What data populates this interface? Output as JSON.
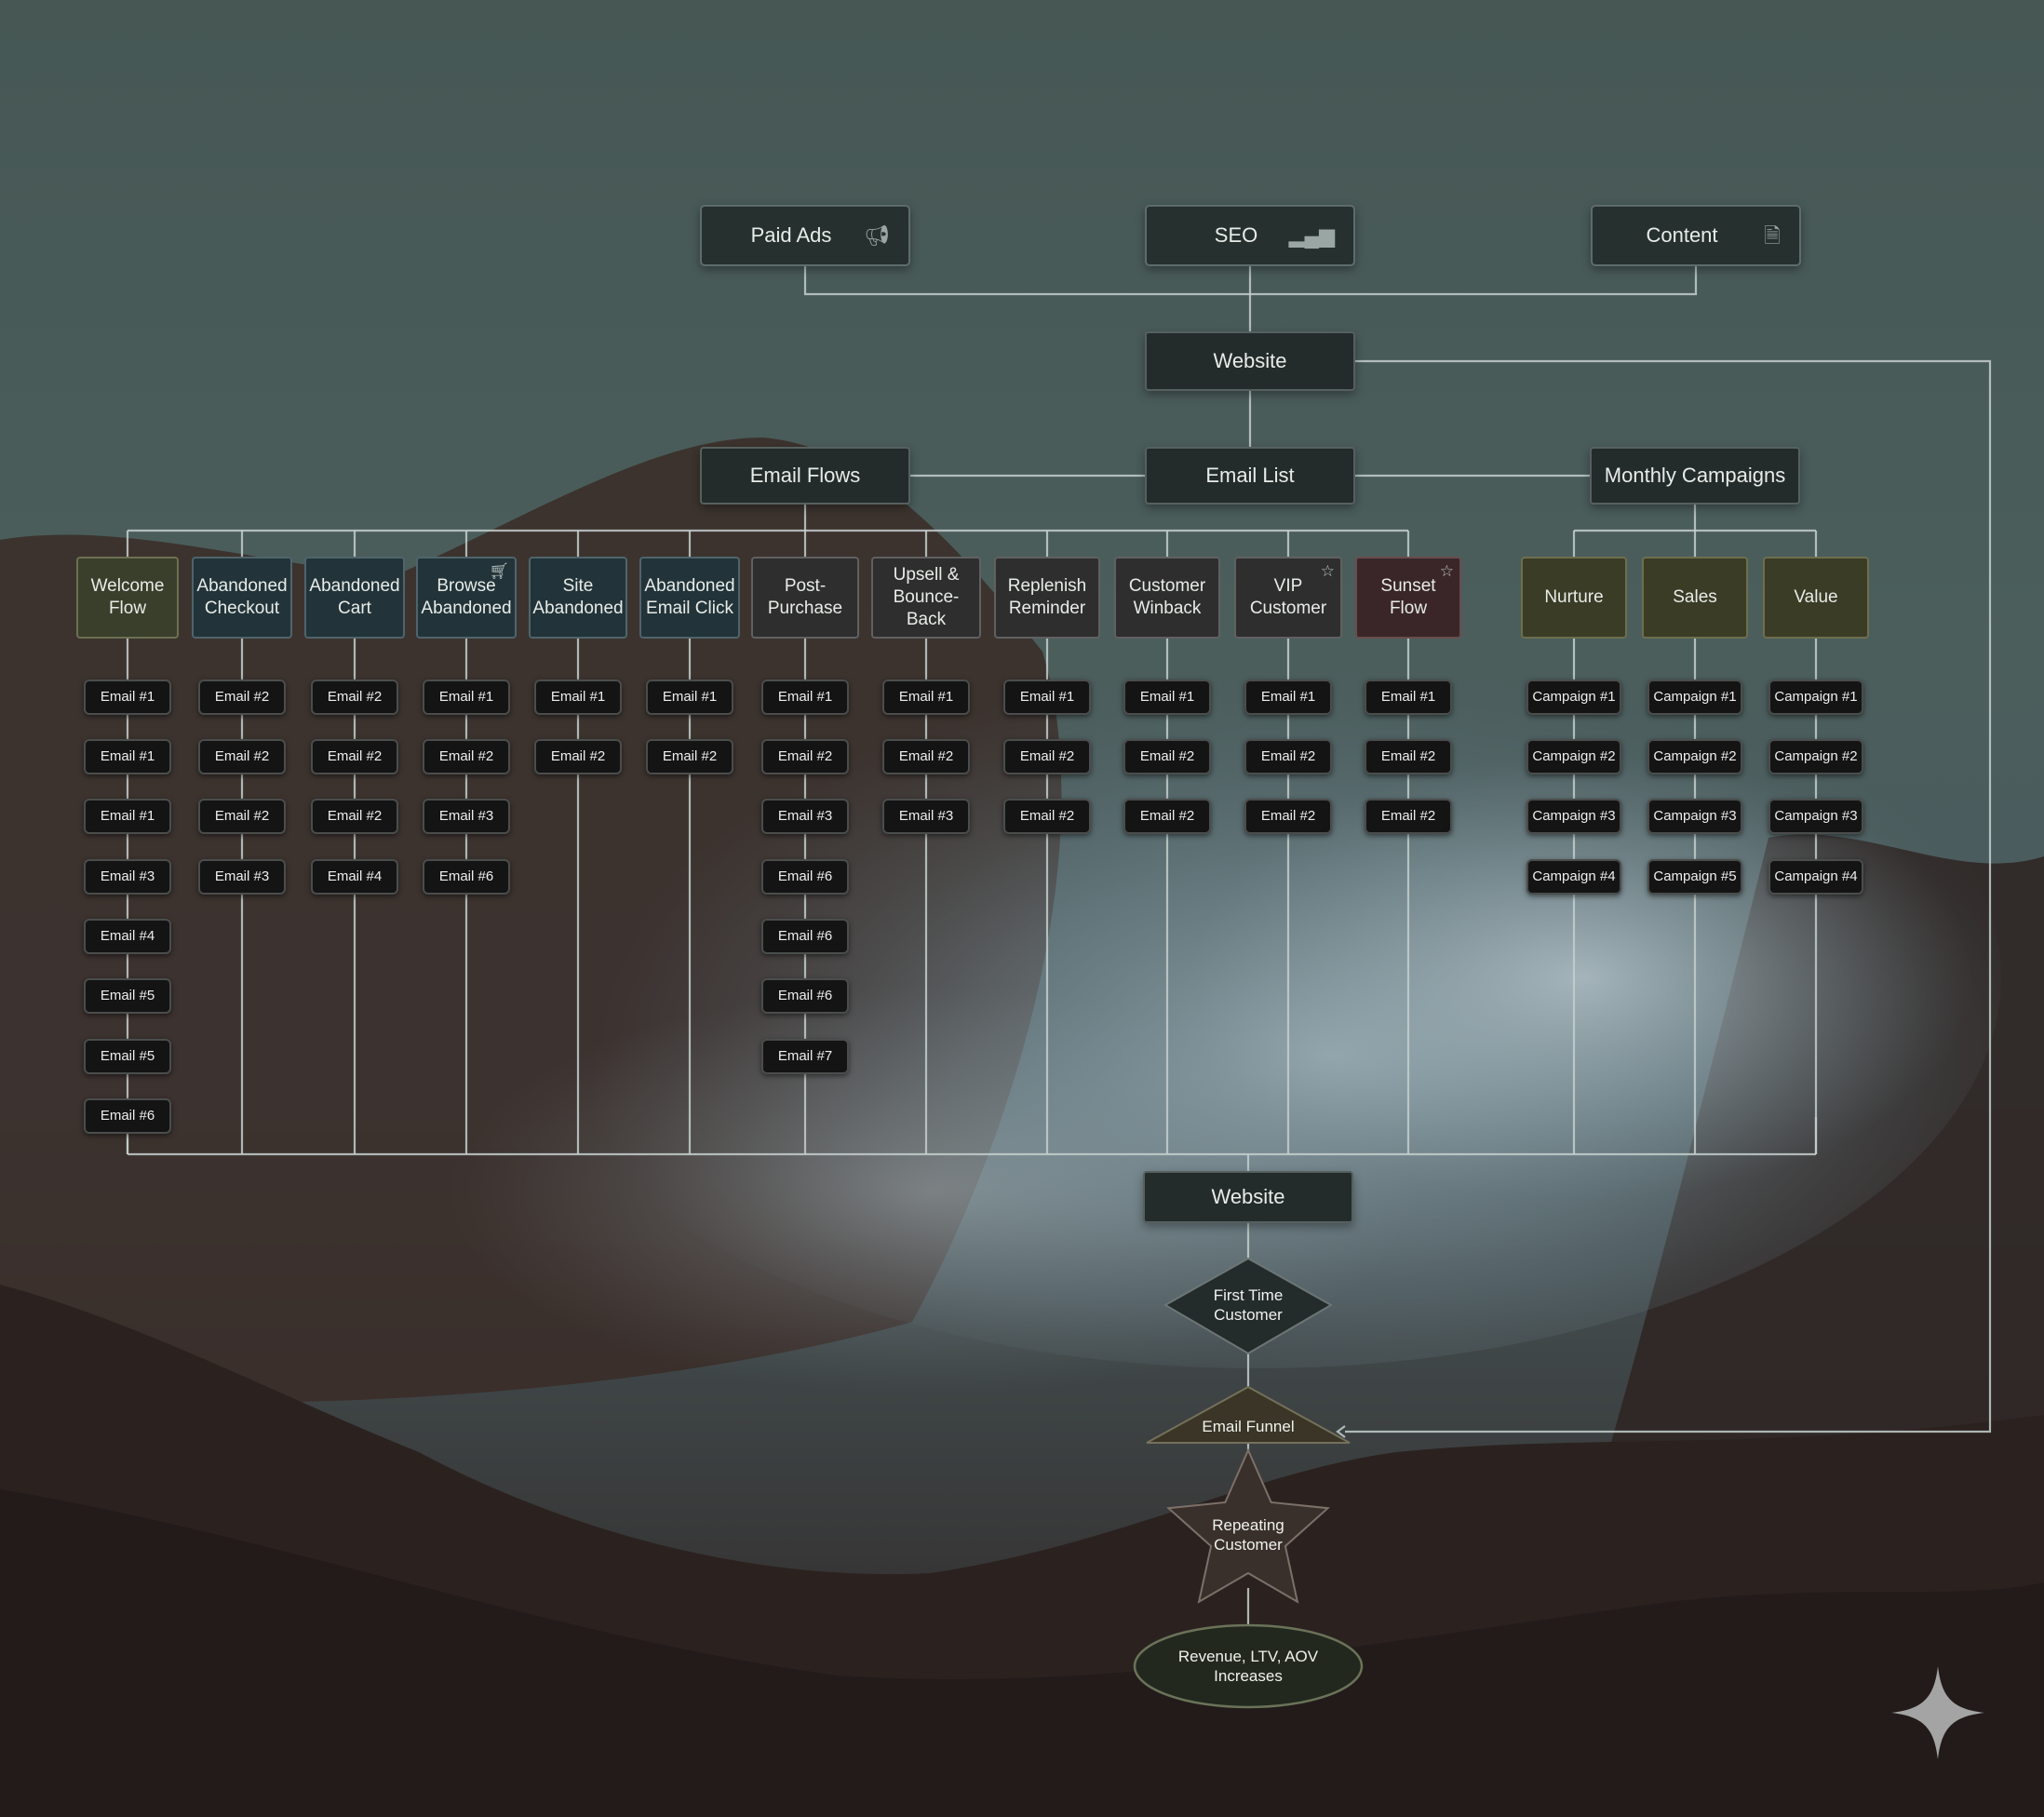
{
  "colors": {
    "line": "#c4cfcc",
    "background_top": "#4a5a57",
    "background_mid": "#5f7378",
    "background_bottom": "#2a201e",
    "node_dark": "#242b2b",
    "node_olive": "#3a3f2c",
    "node_teal": "#22343a",
    "node_maroon": "#3a2628",
    "pill": "#141414"
  },
  "sources": [
    {
      "label": "Paid Ads",
      "icon": "megaphone-icon"
    },
    {
      "label": "SEO",
      "icon": "bar-chart-icon"
    },
    {
      "label": "Content",
      "icon": "document-icon"
    }
  ],
  "website_top": "Website",
  "email_list": "Email List",
  "email_flows": "Email Flows",
  "monthly_campaigns": "Monthly Campaigns",
  "flows": [
    {
      "label": "Welcome\nFlow",
      "emails": [
        "Email #1",
        "Email #1",
        "Email #1",
        "Email #3",
        "Email #4",
        "Email #5",
        "Email #5",
        "Email #6"
      ]
    },
    {
      "label": "Abandoned\nCheckout",
      "emails": [
        "Email #2",
        "Email #2",
        "Email #2",
        "Email #3"
      ]
    },
    {
      "label": "Abandoned\nCart",
      "emails": [
        "Email #2",
        "Email #2",
        "Email #2",
        "Email #4"
      ]
    },
    {
      "label": "Browse\nAbandoned",
      "icon": "cart-icon",
      "emails": [
        "Email #1",
        "Email #2",
        "Email #3",
        "Email #6"
      ]
    },
    {
      "label": "Site\nAbandoned",
      "emails": [
        "Email #1",
        "Email #2"
      ]
    },
    {
      "label": "Abandoned\nEmail Click",
      "emails": [
        "Email #1",
        "Email #2"
      ]
    },
    {
      "label": "Post-\nPurchase",
      "emails": [
        "Email #1",
        "Email #2",
        "Email #3",
        "Email #6",
        "Email #6",
        "Email #6",
        "Email #7"
      ]
    },
    {
      "label": "Upsell &\nBounce-Back",
      "emails": [
        "Email #1",
        "Email #2",
        "Email #3"
      ]
    },
    {
      "label": "Replenish\nReminder",
      "emails": [
        "Email #1",
        "Email #2",
        "Email #2"
      ]
    },
    {
      "label": "Customer\nWinback",
      "emails": [
        "Email #1",
        "Email #2",
        "Email #2"
      ]
    },
    {
      "label": "VIP\nCustomer",
      "icon": "star-icon",
      "emails": [
        "Email #1",
        "Email #2",
        "Email #2"
      ]
    },
    {
      "label": "Sunset Flow",
      "icon": "star-icon",
      "emails": [
        "Email #1",
        "Email #2",
        "Email #2"
      ]
    }
  ],
  "campaigns": [
    {
      "label": "Nurture",
      "items": [
        "Campaign #1",
        "Campaign #2",
        "Campaign #3",
        "Campaign #4"
      ]
    },
    {
      "label": "Sales",
      "items": [
        "Campaign #1",
        "Campaign #2",
        "Campaign #3",
        "Campaign #5"
      ]
    },
    {
      "label": "Value",
      "items": [
        "Campaign #1",
        "Campaign #2",
        "Campaign #3",
        "Campaign #4"
      ]
    }
  ],
  "website_bottom": "Website",
  "first_time_customer": "First Time\nCustomer",
  "email_funnel": "Email Funnel",
  "repeating_customer": "Repeating\nCustomer",
  "outcome": "Revenue, LTV, AOV\nIncreases"
}
